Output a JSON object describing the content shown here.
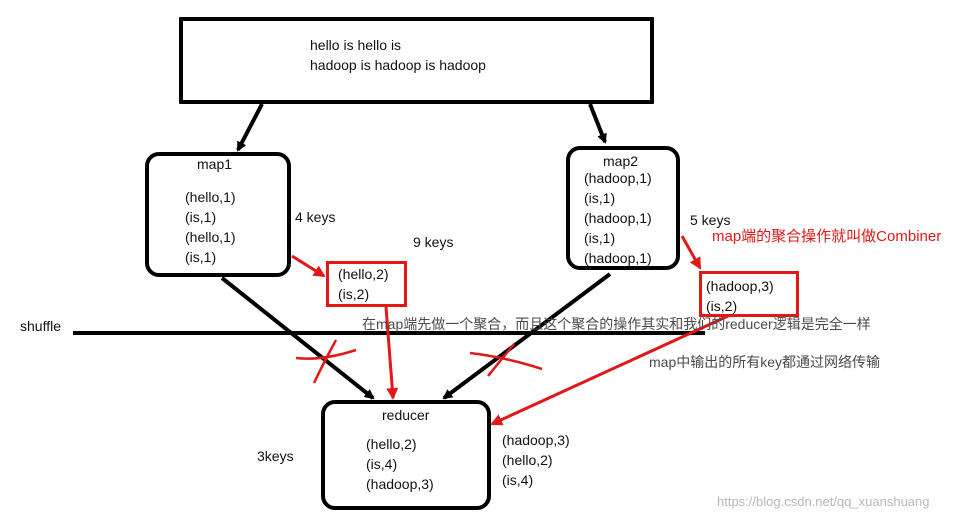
{
  "input": {
    "line1": "hello is hello is",
    "line2": "hadoop is hadoop is hadoop"
  },
  "map1": {
    "title": "map1",
    "pairs": [
      "(hello,1)",
      "(is,1)",
      "(hello,1)",
      "(is,1)"
    ],
    "keys_label": "4 keys"
  },
  "map2": {
    "title": "map2",
    "pairs": [
      "(hadoop,1)",
      "(is,1)",
      "(hadoop,1)",
      "(is,1)",
      "(hadoop,1)"
    ],
    "keys_label": "5 keys"
  },
  "nine_keys": "9 keys",
  "combine1": {
    "pairs": [
      "(hello,2)",
      "(is,2)"
    ]
  },
  "combine2": {
    "pairs": [
      "(hadoop,3)",
      "(is,2)"
    ]
  },
  "combiner_note": "map端的聚合操作就叫做Combiner",
  "shuffle": "shuffle",
  "shuffle_note": "在map端先做一个聚合，而且这个聚合的操作其实和我们的reducer逻辑是完全一样",
  "network_note": "map中输出的所有key都通过网络传输",
  "reducer": {
    "title": "reducer",
    "pairs": [
      "(hello,2)",
      "(is,4)",
      "(hadoop,3)"
    ],
    "keys_label": "3keys"
  },
  "reducer_side": [
    "(hadoop,3)",
    "(hello,2)",
    "(is,4)"
  ],
  "watermark": "https://blog.csdn.net/qq_xuanshuang",
  "colors": {
    "line": "#000000",
    "accent": "#e01818",
    "note": "#4a4a4a"
  }
}
